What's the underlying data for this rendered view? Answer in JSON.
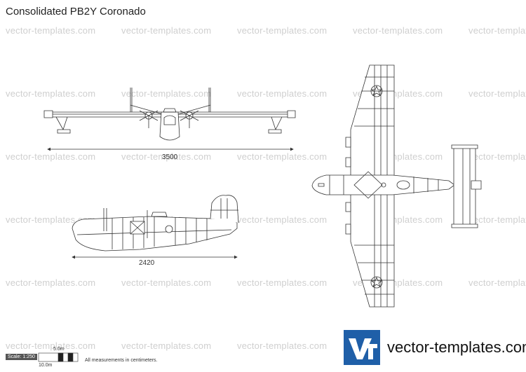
{
  "title": "Consolidated PB2Y Coronado",
  "watermark": "vector-templates.com",
  "dimensions": {
    "front_span": "3500",
    "side_length": "2420"
  },
  "scale": {
    "label": "Scale: 1:250",
    "five": "5.0m",
    "ten": "10.0m",
    "note": "All measurements in centimeters."
  },
  "logo": {
    "letters": "VT",
    "text": "vector-templates.com",
    "color": "#1f5fa8"
  }
}
